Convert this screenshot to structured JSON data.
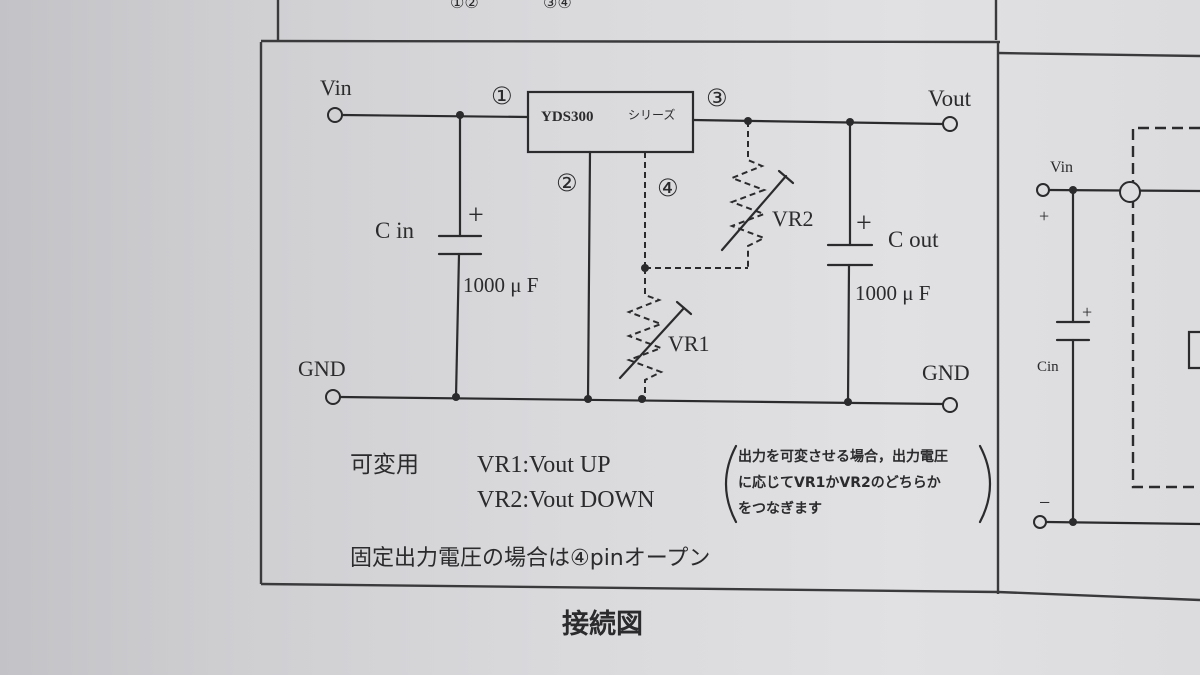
{
  "top_fragment": {
    "left": "①②",
    "right": "③④"
  },
  "circuit": {
    "vin": "Vin",
    "vout": "Vout",
    "gnd_left": "GND",
    "gnd_right": "GND",
    "regulator": {
      "model": "YDS300",
      "series": "シリーズ"
    },
    "pins": {
      "p1": "①",
      "p2": "②",
      "p3": "③",
      "p4": "④"
    },
    "cin": {
      "label": "C in",
      "polarity": "+",
      "value": "1000 μ F"
    },
    "cout": {
      "label": "C out",
      "polarity": "+",
      "value": "1000 μ F"
    },
    "vr1": "VR1",
    "vr2": "VR2"
  },
  "legend": {
    "heading": "可変用",
    "lines": [
      "VR1:Vout UP",
      "VR2:Vout DOWN"
    ]
  },
  "note": {
    "lines": [
      "出力を可変させる場合，出力電圧",
      "に応じてVR1かVR2のどちらか",
      "をつなぎます"
    ]
  },
  "fixed_output_note": "固定出力電圧の場合は④pinオープン",
  "caption": "接続図",
  "side_panel": {
    "vin": "Vin",
    "plus_top": "+",
    "cin_plus": "+",
    "cin_label": "Cin",
    "minus": "−"
  },
  "colors": {
    "ink": "#2b2b2d",
    "paper": "#dedee0"
  }
}
